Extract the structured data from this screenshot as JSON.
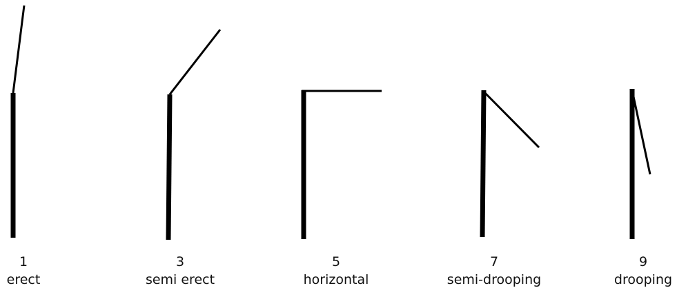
{
  "colors": {
    "line": "#000000",
    "text": "#111111",
    "background": "#ffffff"
  },
  "figures": [
    {
      "number": "1",
      "label": "erect"
    },
    {
      "number": "3",
      "label": "semi erect"
    },
    {
      "number": "5",
      "label": "horizontal"
    },
    {
      "number": "7",
      "label": "semi-drooping"
    },
    {
      "number": "9",
      "label": "drooping"
    }
  ]
}
